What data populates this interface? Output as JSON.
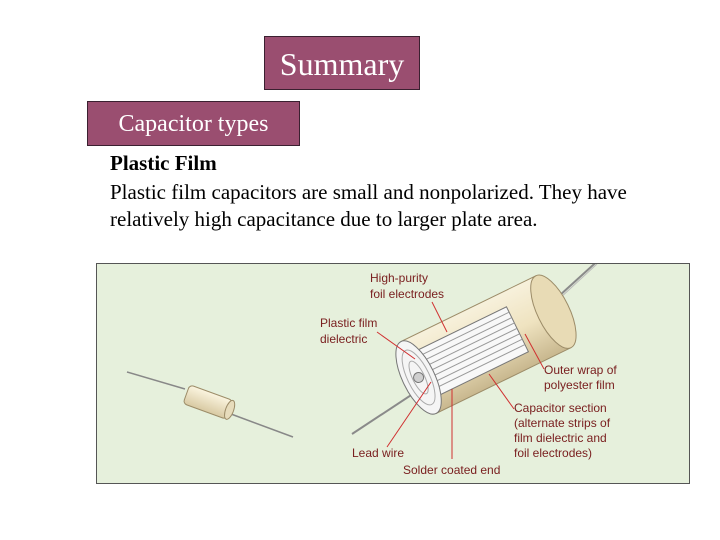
{
  "slide": {
    "title": "Summary",
    "section": "Capacitor types",
    "heading": "Plastic Film",
    "body": "Plastic film capacitors are small and nonpolarized. They have relatively high capacitance due to larger plate area."
  },
  "figure": {
    "labels": {
      "electrodes_1": "High-purity",
      "electrodes_2": "foil electrodes",
      "dielectric_1": "Plastic film",
      "dielectric_2": "dielectric",
      "outer_1": "Outer wrap of",
      "outer_2": "polyester film",
      "section_1": "Capacitor section",
      "section_2": "(alternate strips of",
      "section_3": "film dielectric and",
      "section_4": "foil electrodes)",
      "lead": "Lead wire",
      "solder": "Solder coated end"
    },
    "colors": {
      "background": "#e6f0dc",
      "label": "#7a2020",
      "leader": "#d03030",
      "body": "#f0e6c8"
    }
  }
}
